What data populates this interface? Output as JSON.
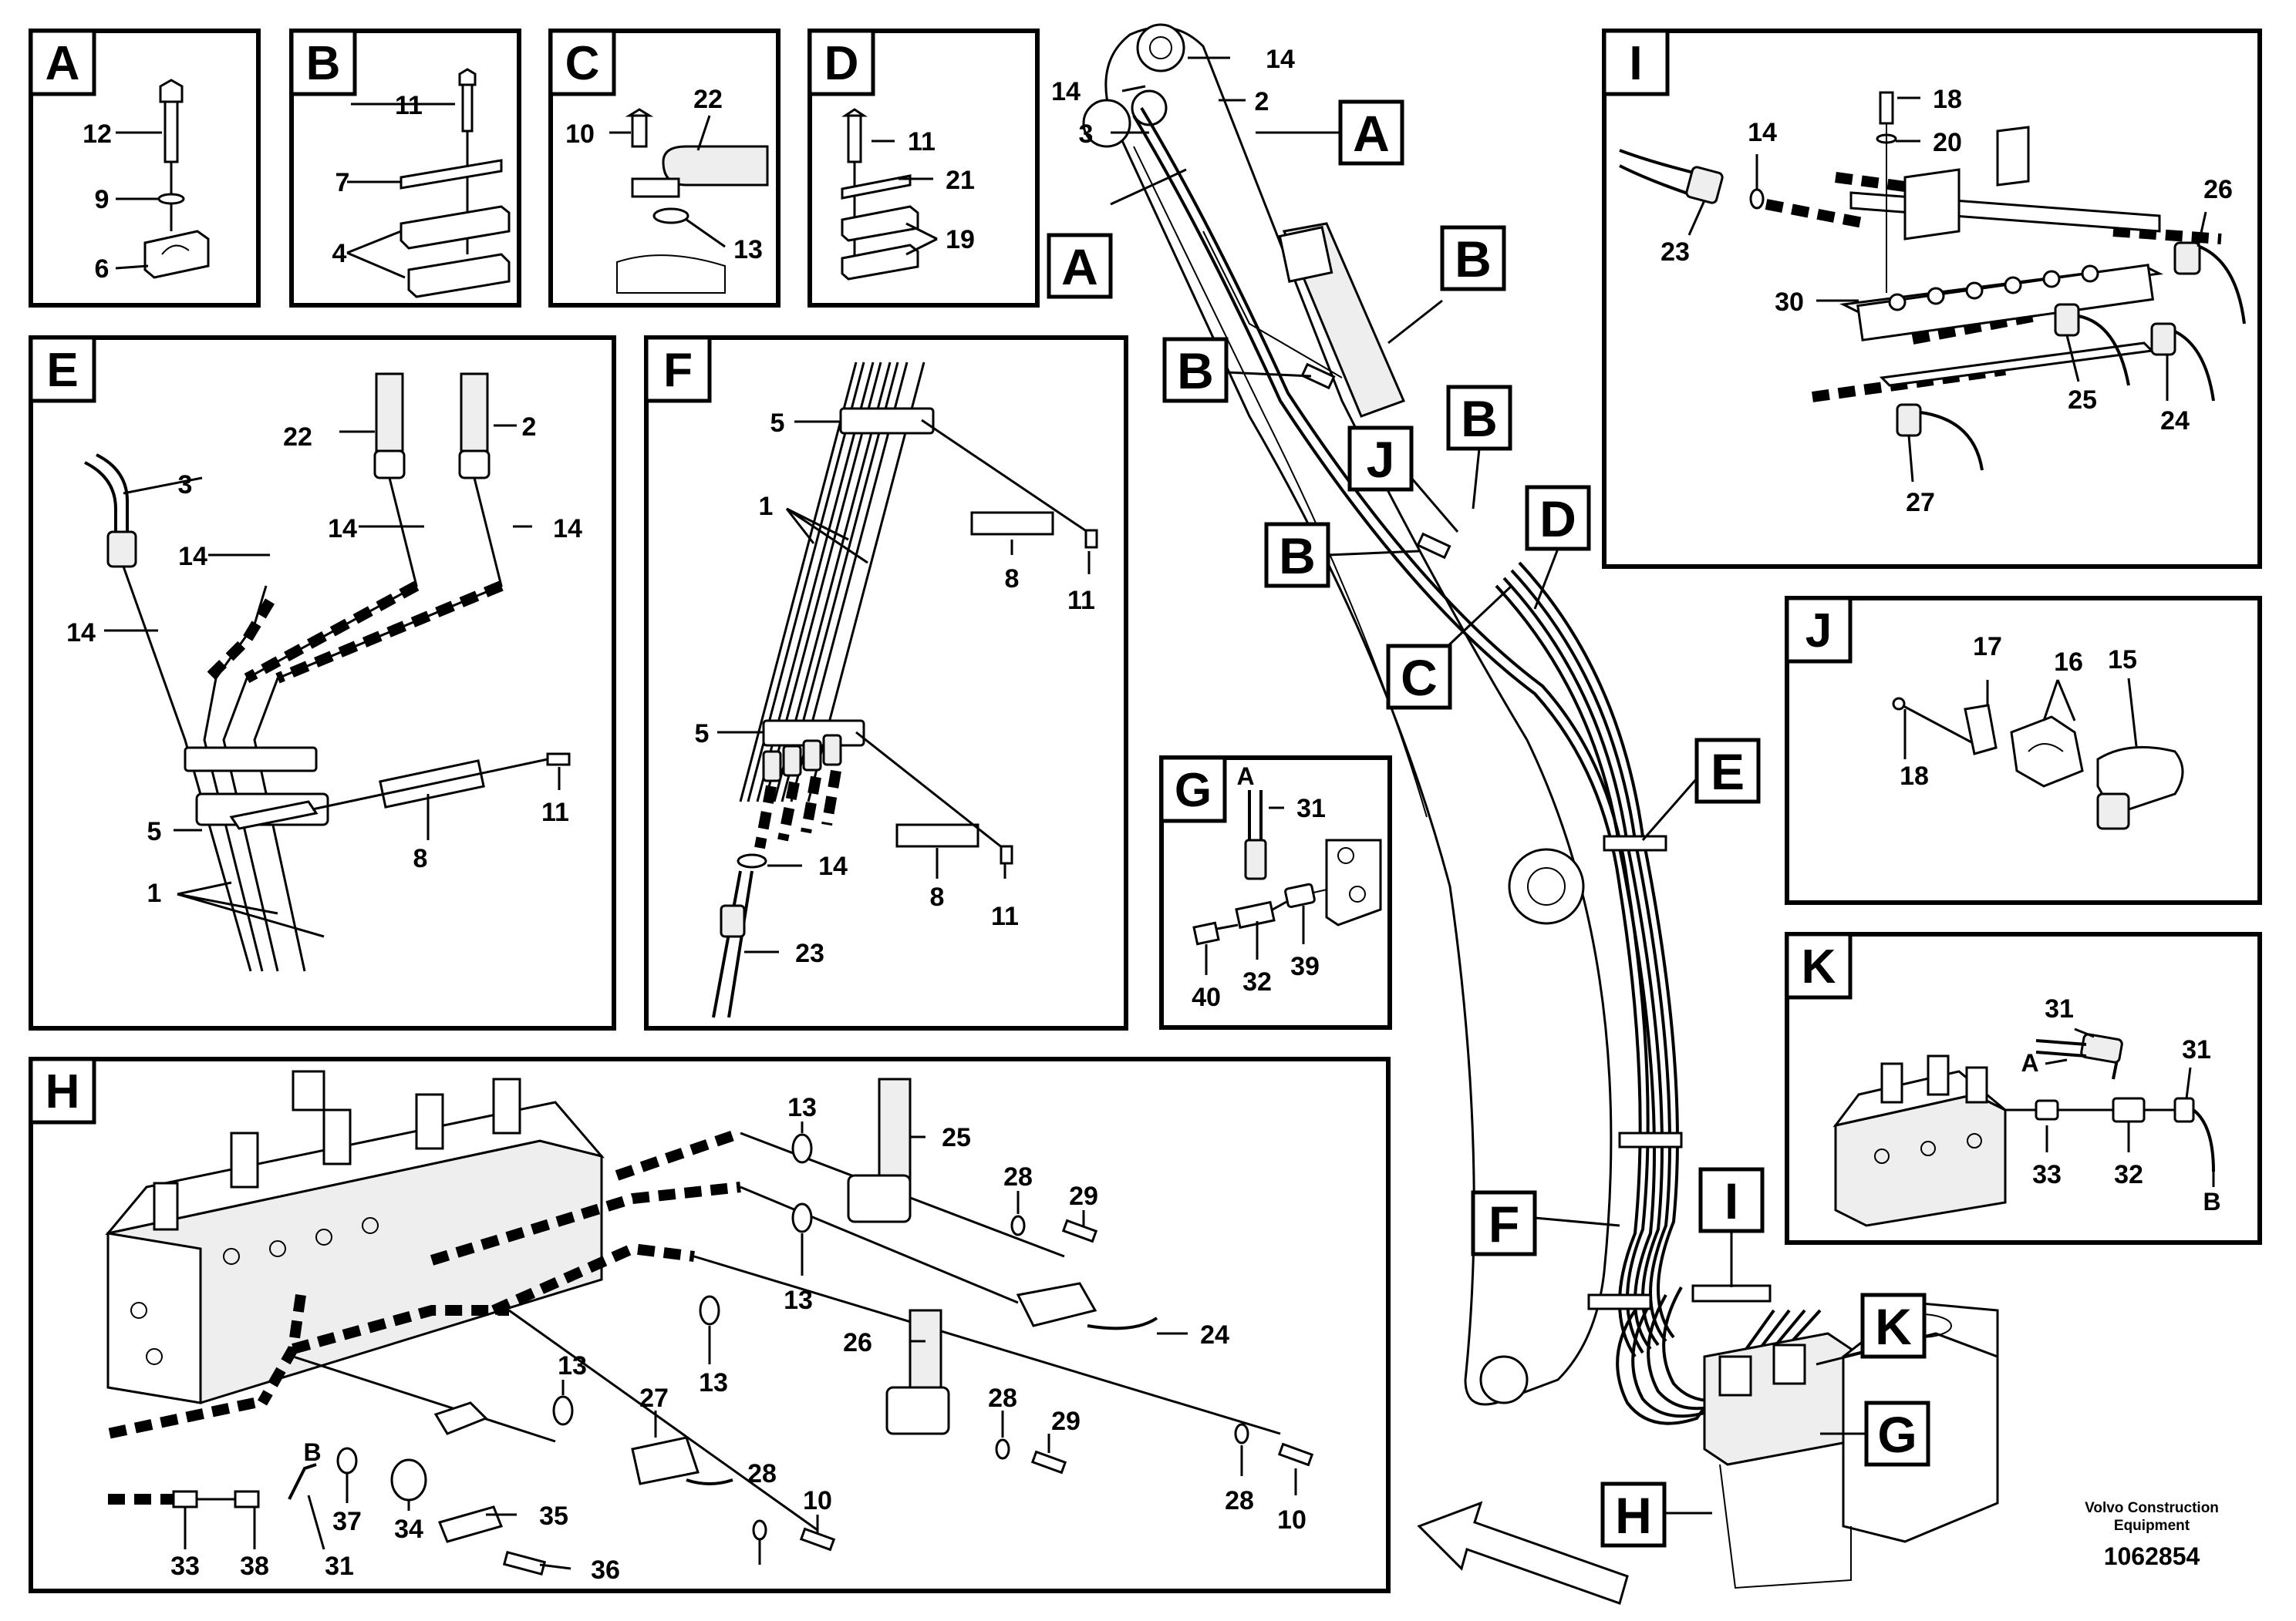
{
  "panels": {
    "A": {
      "letter": "A",
      "callouts": [
        "12",
        "9",
        "6"
      ]
    },
    "B": {
      "letter": "B",
      "callouts": [
        "11",
        "7",
        "4"
      ]
    },
    "C": {
      "letter": "C",
      "callouts": [
        "10",
        "22",
        "13"
      ]
    },
    "D": {
      "letter": "D",
      "callouts": [
        "11",
        "21",
        "19"
      ]
    },
    "E": {
      "letter": "E",
      "callouts": [
        "22",
        "2",
        "3",
        "14",
        "14",
        "14",
        "14",
        "5",
        "8",
        "11",
        "1"
      ]
    },
    "F": {
      "letter": "F",
      "callouts": [
        "5",
        "1",
        "8",
        "11",
        "5",
        "14",
        "8",
        "11",
        "23"
      ]
    },
    "G": {
      "letter": "G",
      "callouts": [
        "A",
        "31",
        "40",
        "32",
        "39"
      ]
    },
    "H": {
      "letter": "H",
      "callouts": [
        "13",
        "25",
        "28",
        "29",
        "13",
        "26",
        "24",
        "13",
        "27",
        "13",
        "28",
        "29",
        "28",
        "10",
        "28",
        "10",
        "B",
        "33",
        "38",
        "31",
        "37",
        "34",
        "35",
        "36"
      ]
    },
    "I": {
      "letter": "I",
      "callouts": [
        "18",
        "14",
        "20",
        "23",
        "26",
        "30",
        "25",
        "24",
        "27"
      ]
    },
    "J": {
      "letter": "J",
      "callouts": [
        "17",
        "16",
        "15",
        "18"
      ]
    },
    "K": {
      "letter": "K",
      "callouts": [
        "31",
        "A",
        "31",
        "33",
        "32",
        "B"
      ]
    }
  },
  "main": {
    "callouts": [
      "14",
      "14",
      "2",
      "3"
    ],
    "labels": [
      "A",
      "A",
      "B",
      "B",
      "B",
      "J",
      "B",
      "C",
      "D",
      "E",
      "F",
      "I",
      "K",
      "H",
      "G"
    ]
  },
  "footer": {
    "brand_line1": "Volvo Construction",
    "brand_line2": "Equipment",
    "doc_number": "1062854"
  }
}
